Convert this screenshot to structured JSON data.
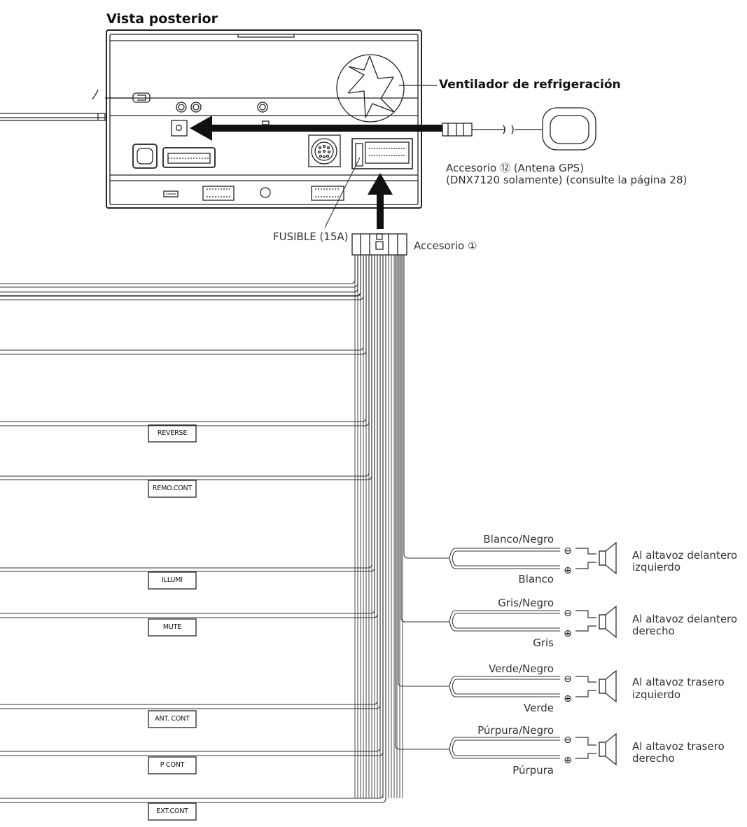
{
  "title": "Vista posterior",
  "fan_label": "Ventilador de refrigeración",
  "gps": {
    "line1": "Accesorio ⑫ (Antena GPS)",
    "line2": "(DNX7120 solamente) (consulte la página 28)"
  },
  "fuse_label": "FUSIBLE (15A)",
  "harness_label": "Accesorio ①",
  "tags": {
    "reverse": "REVERSE",
    "remo_cont": "REMO.CONT",
    "illumi": "ILLUMI",
    "mute": "MUTE",
    "ant_cont": "ANT. CONT",
    "p_cont": "P CONT",
    "ext_cont": "EXT.CONT"
  },
  "speakers": [
    {
      "neg_wire": "Blanco/Negro",
      "pos_wire": "Blanco",
      "target_line1": "Al altavoz delantero",
      "target_line2": "izquierdo"
    },
    {
      "neg_wire": "Gris/Negro",
      "pos_wire": "Gris",
      "target_line1": "Al altavoz delantero",
      "target_line2": "derecho"
    },
    {
      "neg_wire": "Verde/Negro",
      "pos_wire": "Verde",
      "target_line1": "Al altavoz trasero",
      "target_line2": "izquierdo"
    },
    {
      "neg_wire": "Púrpura/Negro",
      "pos_wire": "Púrpura",
      "target_line1": "Al altavoz trasero",
      "target_line2": "derecho"
    }
  ],
  "symbols": {
    "minus": "⊖",
    "plus": "⊕"
  }
}
